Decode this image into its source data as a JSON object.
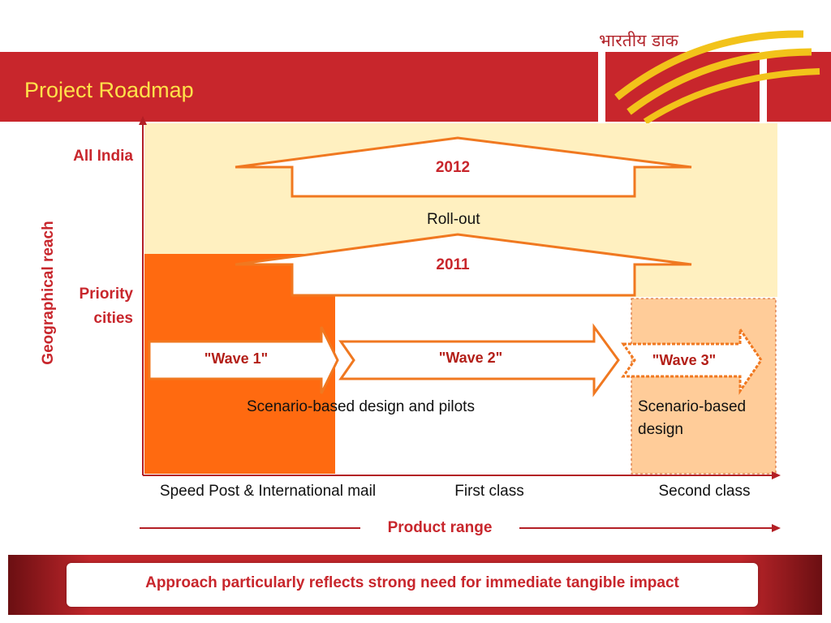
{
  "slide": {
    "title": "Project Roadmap",
    "logo_text": "भारतीय डाक"
  },
  "y_axis": {
    "label": "Geographical reach",
    "levels": [
      "All India",
      "Priority cities"
    ]
  },
  "x_axis": {
    "label": "Product range",
    "categories": [
      "Speed Post & International mail",
      "First class",
      "Second class"
    ]
  },
  "phases": {
    "rollout_label": "Roll-out",
    "rollout_2012": "2012",
    "rollout_2011": "2011",
    "waves": [
      "\"Wave 1\"",
      "\"Wave 2\"",
      "\"Wave 3\""
    ],
    "pilots_note": "Scenario-based design and pilots",
    "design_note": "Scenario-based design"
  },
  "footer": {
    "text": "Approach particularly reflects strong need for immediate tangible impact"
  },
  "colors": {
    "brand_red": "#c8262c",
    "title_yellow": "#ffe24a",
    "orange": "#ff6a10",
    "light_yellow": "#fff0c0",
    "peach": "#ffcc99",
    "arrow_orange": "#f07820"
  }
}
